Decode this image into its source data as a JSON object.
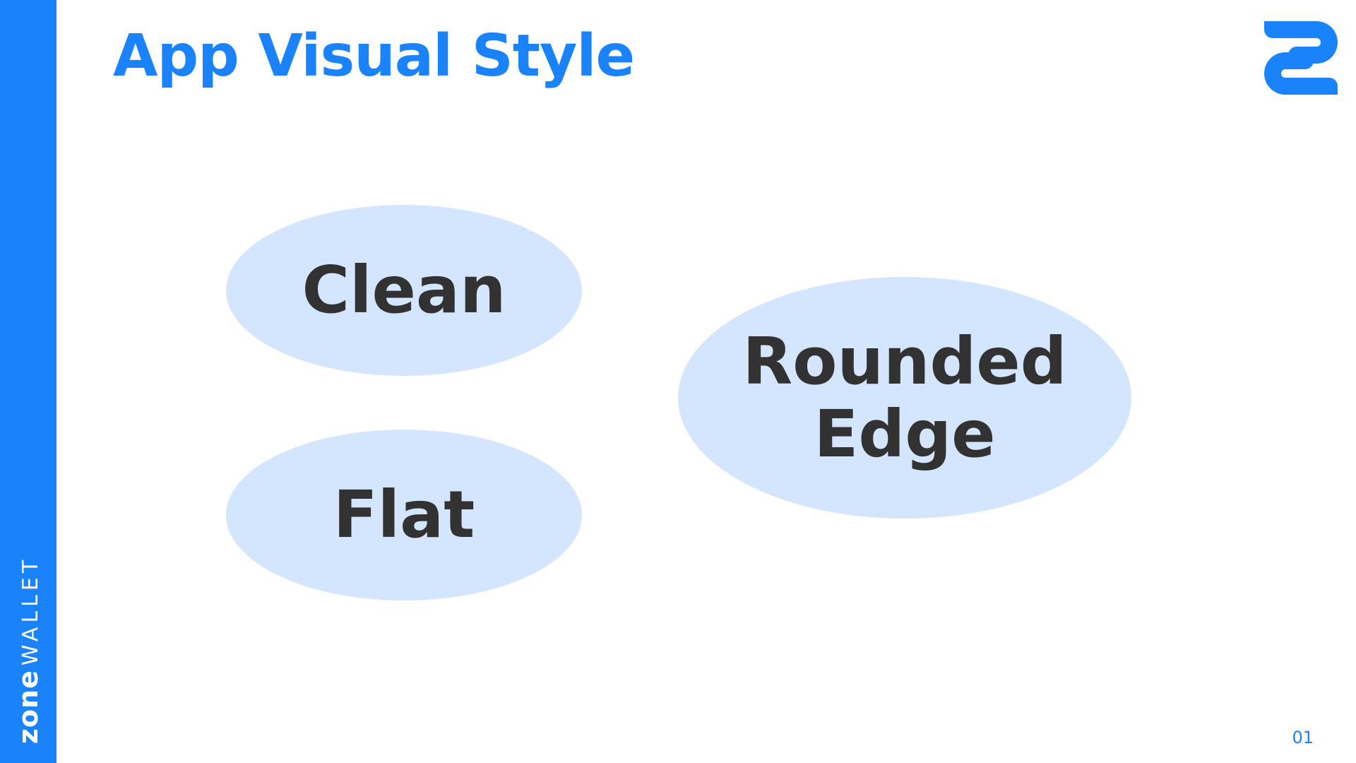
{
  "brand": {
    "name_bold": "zone",
    "name_light": "WALLET",
    "accent_color": "#1a82fb"
  },
  "header": {
    "title": "App Visual Style",
    "logo_icon": "zone-wallet-logo-icon"
  },
  "bubbles": [
    {
      "label": "Clean"
    },
    {
      "label": "Flat"
    },
    {
      "label": "Rounded Edge"
    }
  ],
  "colors": {
    "bubble_fill": "#d3e6fd",
    "bubble_text": "#323232",
    "background": "#ffffff"
  },
  "footer": {
    "page_number": "01"
  }
}
